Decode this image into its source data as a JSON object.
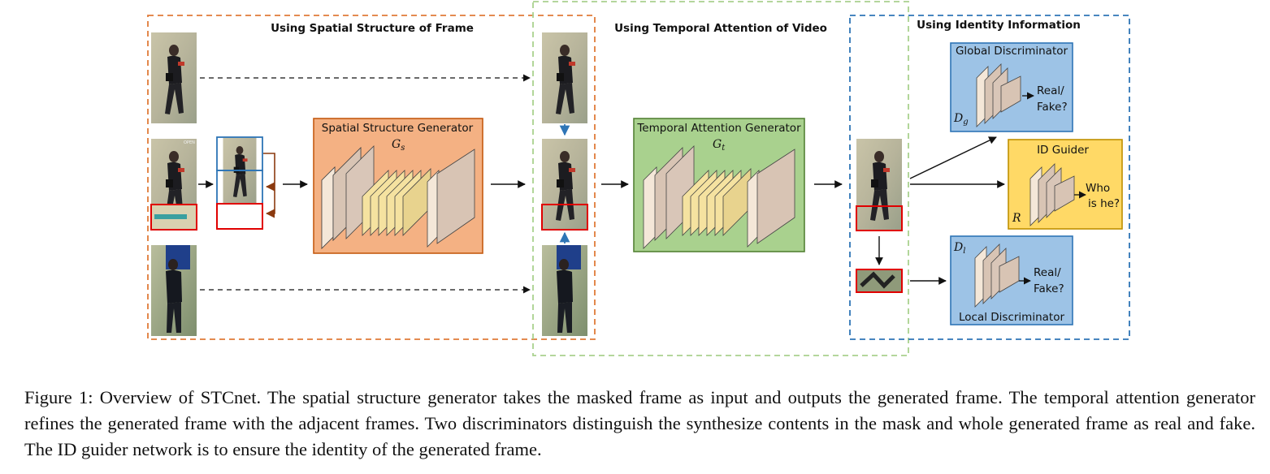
{
  "sections": {
    "spatial": "Using Spatial Structure of Frame",
    "temporal": "Using Temporal Attention of Video",
    "identity": "Using Identity Information"
  },
  "generators": {
    "spatial": {
      "name": "Spatial Structure Generator",
      "symbol": "G",
      "sub": "s"
    },
    "temporal": {
      "name": "Temporal Attention Generator",
      "symbol": "G",
      "sub": "t"
    }
  },
  "discriminators": {
    "global": {
      "name": "Global Discriminator",
      "symbol": "D",
      "sub": "g",
      "output_line1": "Real/",
      "output_line2": "Fake?"
    },
    "local": {
      "name": "Local Discriminator",
      "symbol": "D",
      "sub": "l",
      "output_line1": "Real/",
      "output_line2": "Fake?"
    }
  },
  "guider": {
    "name": "ID Guider",
    "symbol": "R",
    "output_line1": "Who",
    "output_line2": "is he?"
  },
  "frame_tag": "OPEN",
  "colors": {
    "spatial_border": "#e07b39",
    "temporal_border": "#a9d18e",
    "identity_border": "#2e75b6",
    "spatial_fill": "#f4b183",
    "temporal_fill": "#a9d18e",
    "disc_fill": "#9dc3e6",
    "guider_fill": "#ffd966",
    "mask_red": "#e00000"
  },
  "caption": "Figure 1: Overview of STCnet. The spatial structure generator takes the masked frame as input and outputs the generated frame. The temporal attention generator refines the generated frame with the adjacent frames. Two discriminators distinguish the synthesize contents in the mask and whole generated frame as real and fake. The ID guider network is to ensure the identity of the generated frame."
}
